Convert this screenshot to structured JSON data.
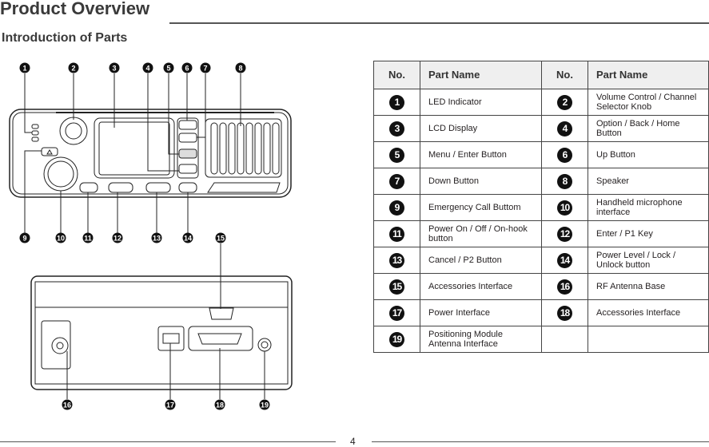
{
  "header": {
    "title": "Product Overview",
    "subtitle": "Introduction of Parts"
  },
  "diagram": {
    "front_callouts": [
      "1",
      "2",
      "3",
      "4",
      "5",
      "6",
      "7",
      "8",
      "9",
      "10",
      "11",
      "12",
      "13",
      "14",
      "15"
    ],
    "rear_callouts": [
      "16",
      "17",
      "18",
      "19"
    ]
  },
  "table": {
    "headers": [
      "No.",
      "Part Name",
      "No.",
      "Part Name"
    ],
    "rows": [
      [
        {
          "no": "1",
          "name": "LED Indicator"
        },
        {
          "no": "2",
          "name": "Volume Control / Channel Selector Knob"
        }
      ],
      [
        {
          "no": "3",
          "name": "LCD Display"
        },
        {
          "no": "4",
          "name": "Option / Back / Home Button"
        }
      ],
      [
        {
          "no": "5",
          "name": "Menu / Enter Button"
        },
        {
          "no": "6",
          "name": "Up Button"
        }
      ],
      [
        {
          "no": "7",
          "name": "Down Button"
        },
        {
          "no": "8",
          "name": "Speaker"
        }
      ],
      [
        {
          "no": "9",
          "name": "Emergency Call Buttom"
        },
        {
          "no": "10",
          "name": "Handheld microphone interface"
        }
      ],
      [
        {
          "no": "11",
          "name": "Power On / Off / On-hook button"
        },
        {
          "no": "12",
          "name": "Enter / P1 Key"
        }
      ],
      [
        {
          "no": "13",
          "name": "Cancel / P2 Button"
        },
        {
          "no": "14",
          "name": "Power Level / Lock / Unlock button"
        }
      ],
      [
        {
          "no": "15",
          "name": "Accessories Interface"
        },
        {
          "no": "16",
          "name": "RF Antenna Base"
        }
      ],
      [
        {
          "no": "17",
          "name": "Power Interface"
        },
        {
          "no": "18",
          "name": "Accessories Interface"
        }
      ],
      [
        {
          "no": "19",
          "name": "Positioning Module Antenna Interface"
        },
        {
          "no": "",
          "name": ""
        }
      ]
    ]
  },
  "footer": {
    "page": "4"
  }
}
